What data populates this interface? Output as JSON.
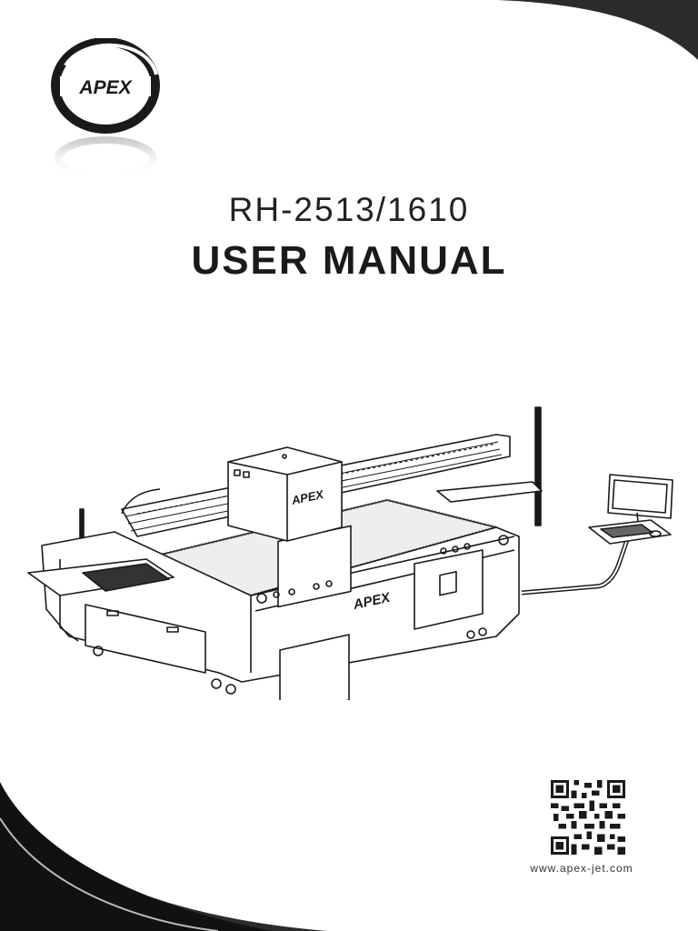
{
  "logo": {
    "text": "APEX"
  },
  "cover": {
    "model": "RH-2513/1610",
    "title": "USER MANUAL"
  },
  "printer_illustration": {
    "brand_text": "APEX"
  },
  "footer": {
    "website": "www.apex-jet.com"
  },
  "icons": [
    "apex-logo-icon",
    "printer-illustration",
    "qr-code-icon"
  ],
  "colors": {
    "ink": "#1a1a1a",
    "paper": "#ffffff"
  }
}
